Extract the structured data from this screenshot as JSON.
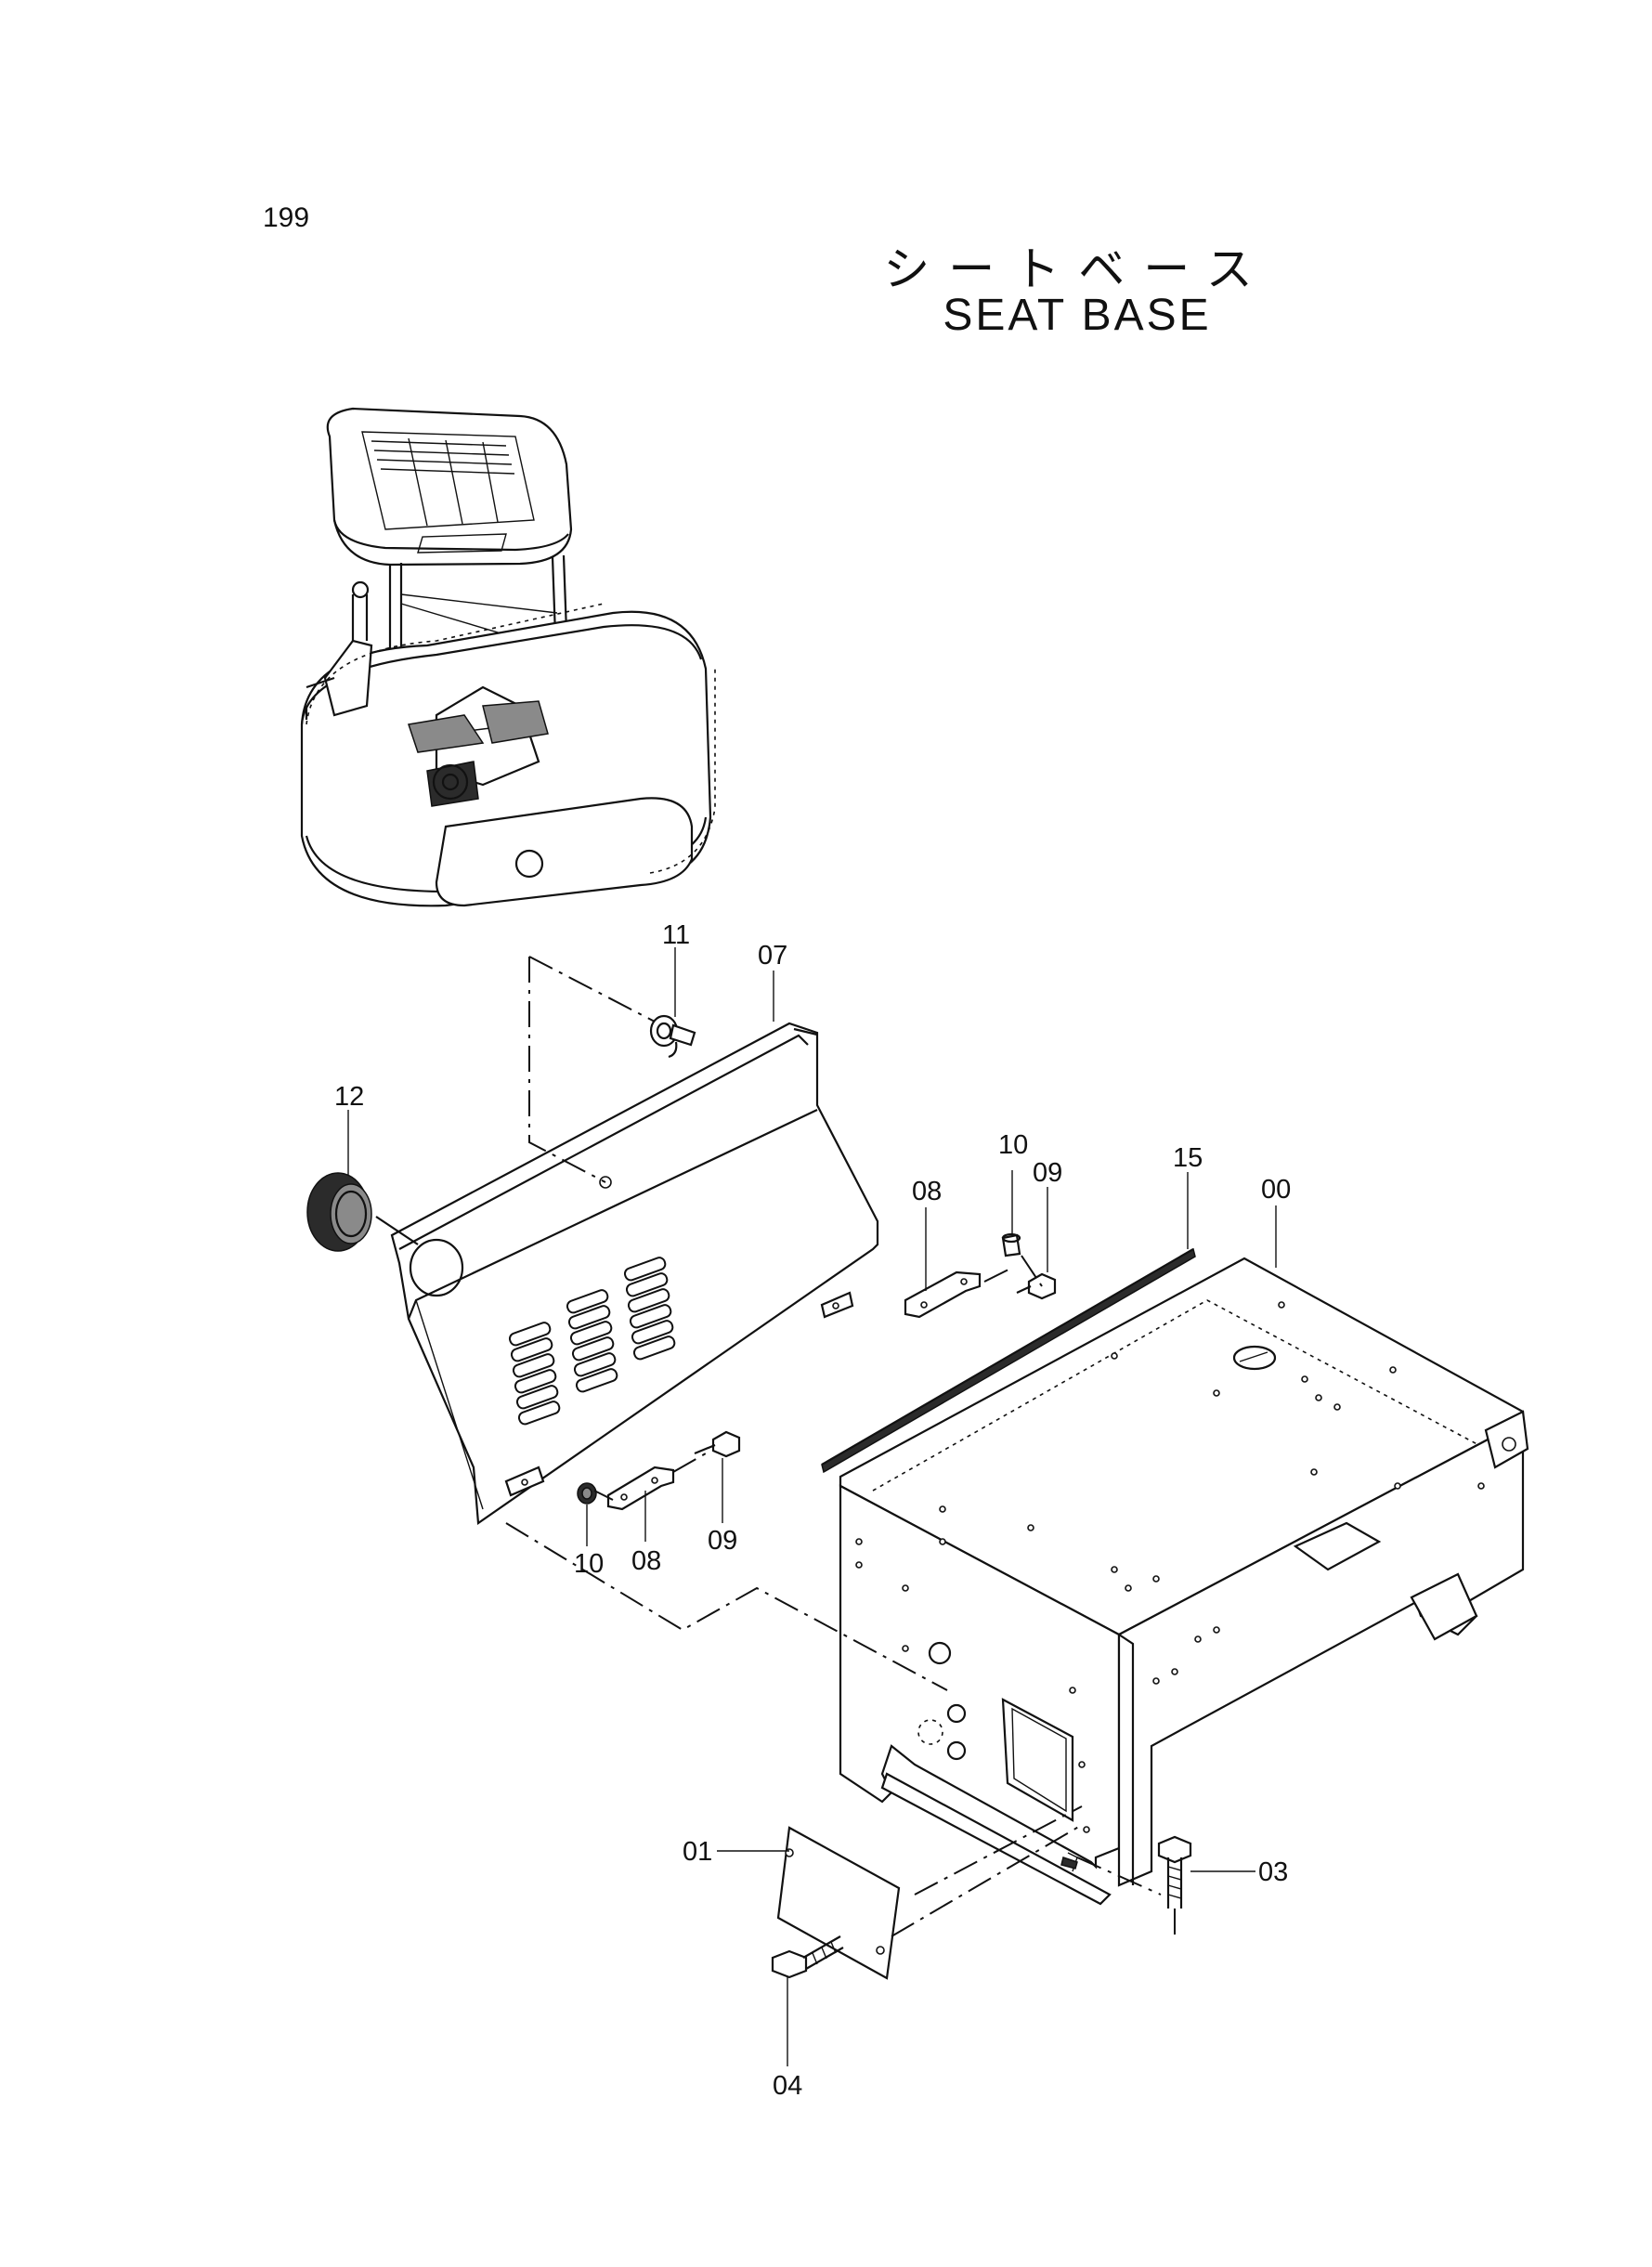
{
  "header": {
    "page_number": "199",
    "title_jp": "シートベース",
    "title_en": "SEAT BASE"
  },
  "callouts": [
    {
      "id": "c11",
      "label": "11"
    },
    {
      "id": "c07",
      "label": "07"
    },
    {
      "id": "c12",
      "label": "12"
    },
    {
      "id": "c10a",
      "label": "10"
    },
    {
      "id": "c09a",
      "label": "09"
    },
    {
      "id": "c08a",
      "label": "08"
    },
    {
      "id": "c15",
      "label": "15"
    },
    {
      "id": "c00",
      "label": "00"
    },
    {
      "id": "c10b",
      "label": "10"
    },
    {
      "id": "c08b",
      "label": "08"
    },
    {
      "id": "c09b",
      "label": "09"
    },
    {
      "id": "c01",
      "label": "01"
    },
    {
      "id": "c03",
      "label": "03"
    },
    {
      "id": "c04",
      "label": "04"
    }
  ]
}
